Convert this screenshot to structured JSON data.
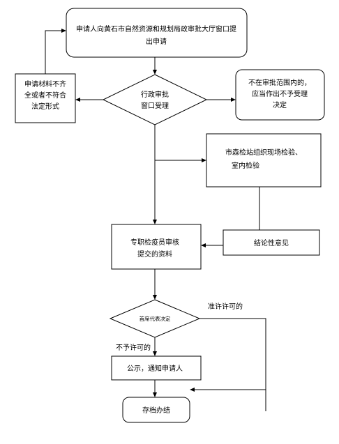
{
  "flowchart": {
    "apply": [
      "申请人向黄石市自然资源和规划局政审批大厅窗口提",
      "出申请"
    ],
    "incomplete": [
      "申请材料不齐",
      "全或者不符合",
      "法定形式"
    ],
    "accept": [
      "行政审批",
      "窗口受理"
    ],
    "not_in_scope": [
      "不在审批范围内的，",
      "应当作出不予受理",
      "决定"
    ],
    "inspection": [
      "市森检站组织现场检验、",
      "室内检验"
    ],
    "review": [
      "专职检疫员审核",
      "提交的资料"
    ],
    "conclusion": "结论性意见",
    "decision": "首席代表决定",
    "approved_label": "准许许可的",
    "rejected_label": "不予许可的",
    "notify": "公示，通知申请人",
    "archive": "存档办结"
  }
}
